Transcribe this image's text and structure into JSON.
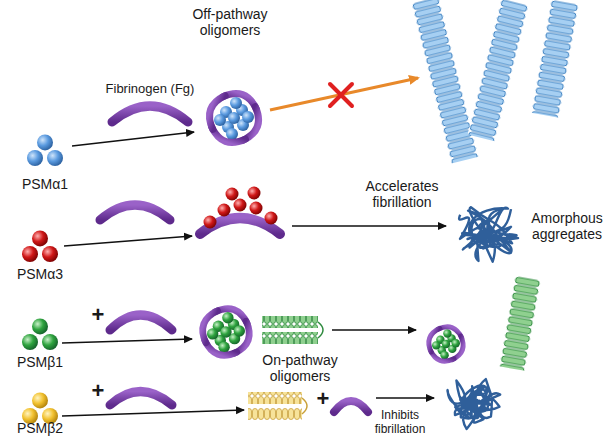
{
  "diagram": {
    "labels": [
      "Off-pathway oligomers",
      "Fibrinogen (Fg)",
      "PSMα1",
      "Accelerates fibrillation",
      "Amorphous aggregates",
      "PSMα3",
      "+",
      "PSMβ1",
      "On-pathway oligomers",
      "+",
      "+",
      "PSMβ2",
      "Inhibits fibrillation"
    ]
  }
}
